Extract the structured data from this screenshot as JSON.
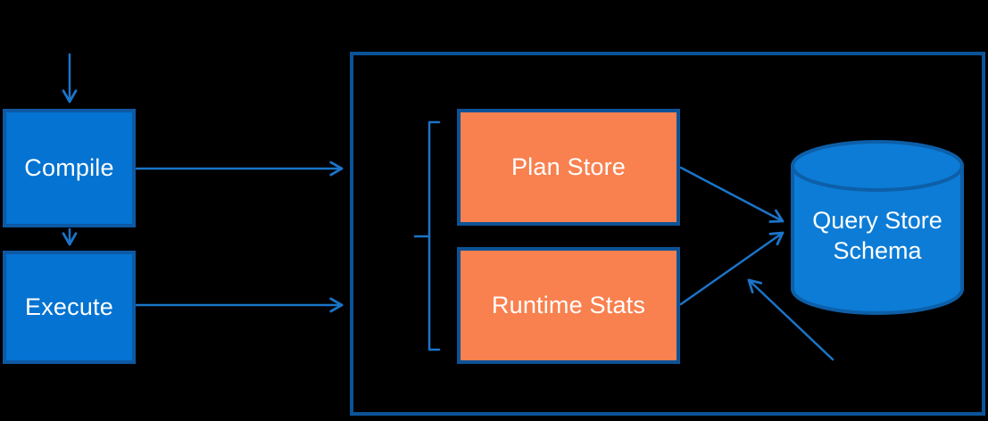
{
  "diagram": {
    "colors": {
      "background": "#000000",
      "process_fill": "#0473D1",
      "process_border": "#0E59A3",
      "store_fill": "#F8814F",
      "store_border": "#0D5296",
      "container_border": "#0B5499",
      "database_fill": "#0C7CD6",
      "database_border": "#0D5FA8",
      "connector": "#1B74C8",
      "label_text": "#FFFFFF"
    },
    "nodes": {
      "compile": {
        "label": "Compile",
        "type": "process"
      },
      "execute": {
        "label": "Execute",
        "type": "process"
      },
      "plan_store": {
        "label": "Plan Store",
        "type": "store"
      },
      "runtime_stats": {
        "label": "Runtime Stats",
        "type": "store"
      },
      "query_store_schema": {
        "label": "Query Store Schema",
        "type": "database"
      }
    },
    "edges": [
      {
        "from": "top",
        "to": "compile",
        "style": "arrow-down"
      },
      {
        "from": "compile",
        "to": "execute",
        "style": "arrow-down"
      },
      {
        "from": "compile",
        "to": "query-store-container",
        "style": "arrow-right"
      },
      {
        "from": "execute",
        "to": "query-store-container",
        "style": "arrow-right"
      },
      {
        "from": "plan_store",
        "to": "query_store_schema",
        "style": "arrow"
      },
      {
        "from": "runtime_stats",
        "to": "query_store_schema",
        "style": "arrow"
      },
      {
        "from": "bottom-right",
        "to": "query_store_schema",
        "style": "arrow"
      }
    ],
    "decorations": [
      {
        "name": "left-bracket",
        "groups": [
          "plan_store",
          "runtime_stats"
        ]
      }
    ]
  }
}
